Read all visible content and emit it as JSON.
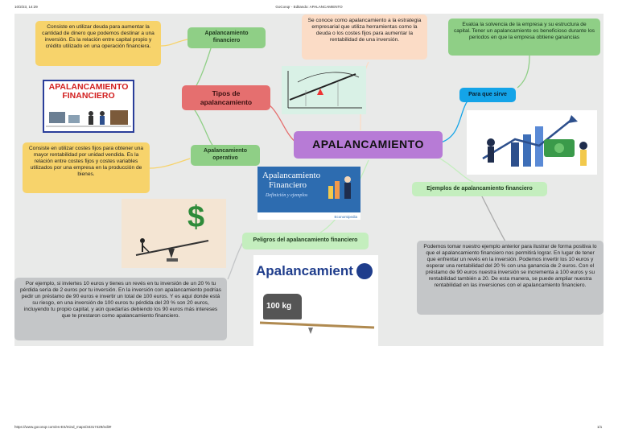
{
  "page_header": {
    "datetime": "10/2/23, 14:29",
    "doc_title": "GoConqr - Editando: APALANCAMIENTO",
    "url": "https://www.goconqr.com/es-ES/mind_maps/34317429/edit#",
    "page_number": "1/1"
  },
  "central": {
    "label": "APALANCAMIENTO"
  },
  "tipos": {
    "label": "Tipos de apalancamiento"
  },
  "para_que": {
    "label": "Para que sirve"
  },
  "financiero": {
    "label": "Apalancamiento financiero",
    "note": "Consiste en utilizar deuda para aumentar la cantidad de dinero que podemos destinar a una inversión. Es la relación entre capital propio y crédito utilizado en una operación financiera."
  },
  "operativo": {
    "label": "Apalancamiento operativo",
    "note": "Consiste en utilizar costes fijos para obtener una mayor rentabilidad por unidad vendida. Es la relación entre costes fijos y costes variables utilizados por una empresa en la producción de bienes."
  },
  "definicion_note": "Se conoce como apalancamiento a la estrategia empresarial que utiliza herramientas como la deuda o los costes fijos para aumentar la rentabilidad de una inversión.",
  "para_que_note": "Evalúa la solvencia de la empresa y su estructura de capital. Tener un apalancamiento es beneficioso durante los periodos en que la empresa obtiene ganancias",
  "ejemplos": {
    "label": "Ejemplos de apalancamiento financiero",
    "note": "Podemos tomar nuestro ejemplo anterior para ilustrar de forma positiva lo que el apalancamiento financiero nos permitirá lograr. En lugar de tener que enfrentar un revés en la inversión. Podemos invertir los 10 euros y esperar una rentabilidad del 20 % con una ganancia de 2 euros. Con el préstamo de 90 euros nuestra inversión se incrementa a 100 euros y su rentabilidad también a 20. De esta manera, se puede ampliar nuestra rentabilidad en las inversiones con el apalancamiento financiero."
  },
  "peligros": {
    "label": "Peligros del apalancamiento financiero",
    "note": "Por ejemplo, si inviertes 10 euros y tienes un revés en tu inversión de un 20 % tu pérdida sería de 2 euros por tu inversión. En la inversión con apalancamiento podrías pedir un préstamo de 90 euros e invertir un total de 100 euros. Y es aquí donde está su riesgo, en una inversión de 100 euros tu pérdida del 20 % son 20 euros, incluyendo tu propio capital, y aún quedarías debiendo los 90 euros más intereses que te prestaron como apalancamiento financiero."
  },
  "images": {
    "logo_title": "APALANCAMIENTO FINANCIERO",
    "book_title_1": "Apalancamiento",
    "book_title_2": "Financiero",
    "book_subtitle": "Definición y ejemplos",
    "book_brand": "Economipedia",
    "lever_word": "Apalancamient",
    "weight_label": "100 kg",
    "lever_sign": "$"
  },
  "colors": {
    "canvas": "#e9eae9",
    "yellow": "#f7d36b",
    "green": "#8fcf86",
    "light_green": "#c4eebe",
    "peach": "#fbdcc6",
    "gray": "#c4c6c8",
    "red": "#e56f6f",
    "blue": "#14a4e8",
    "purple": "#b77bd6"
  }
}
